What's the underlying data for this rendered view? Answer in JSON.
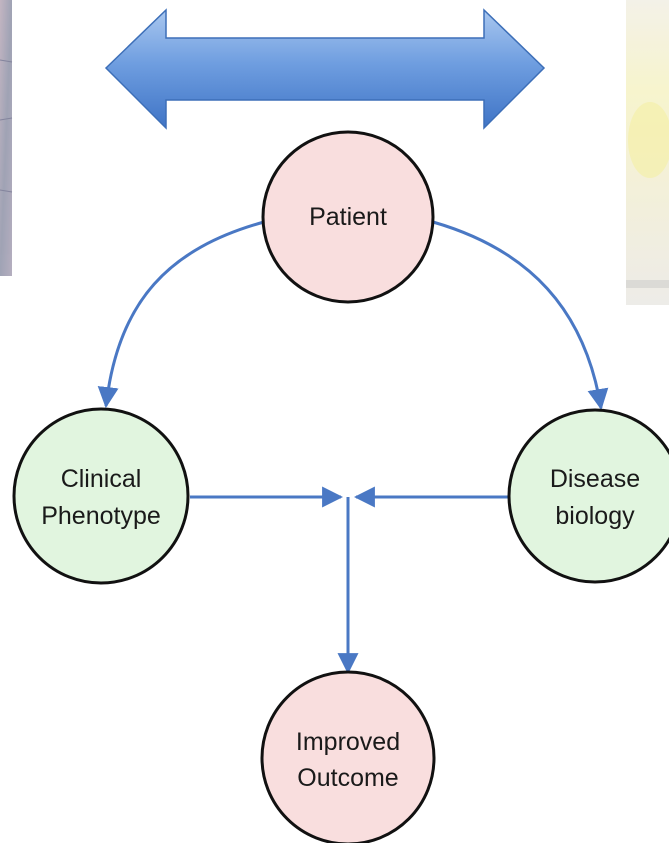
{
  "diagram": {
    "nodes": {
      "patient": {
        "lines": [
          "Patient"
        ],
        "fill": "#f9dede"
      },
      "clinical_phenotype": {
        "lines": [
          "Clinical",
          "Phenotype"
        ],
        "fill": "#e1f5df"
      },
      "disease_biology": {
        "lines": [
          "Disease",
          "biology"
        ],
        "fill": "#e1f5df"
      },
      "improved_outcome": {
        "lines": [
          "Improved",
          "Outcome"
        ],
        "fill": "#f9dede"
      }
    },
    "colors": {
      "connector": "#4a78c4",
      "node_outline": "#111111",
      "banner_arrow": "#5a8fd6",
      "banner_arrow_outline": "#3d6fb8"
    }
  }
}
